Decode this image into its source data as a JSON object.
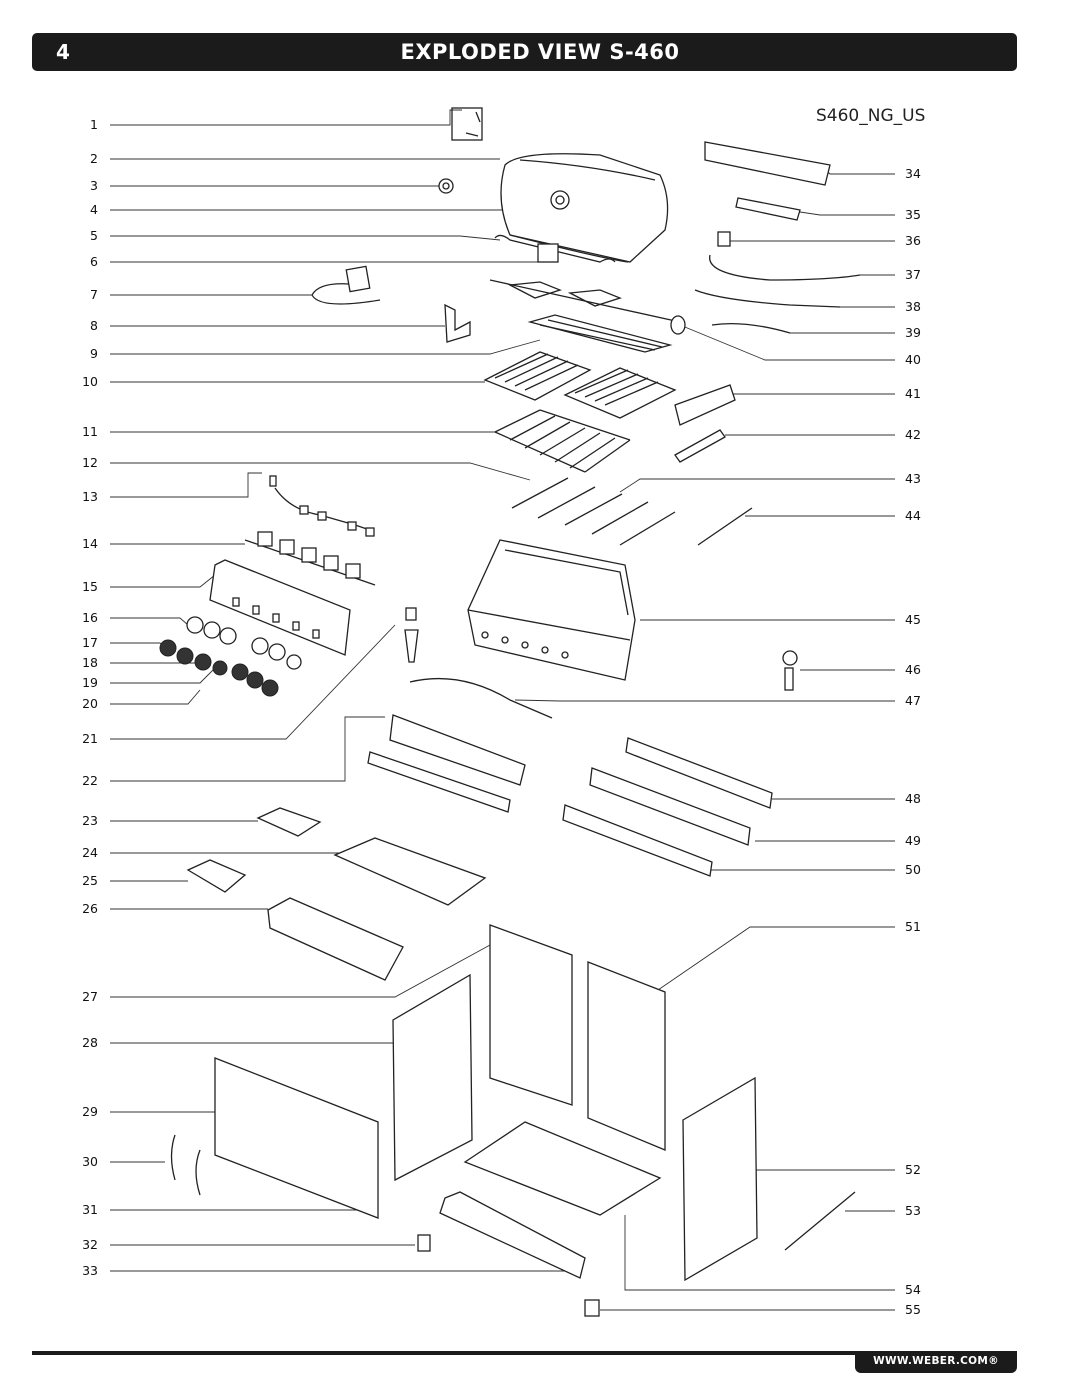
{
  "header": {
    "page_number": "4",
    "title": "EXPLODED VIEW S-460"
  },
  "model_code": "S460_NG_US",
  "callouts": {
    "left": [
      "1",
      "2",
      "3",
      "4",
      "5",
      "6",
      "7",
      "8",
      "9",
      "10",
      "11",
      "12",
      "13",
      "14",
      "15",
      "16",
      "17",
      "18",
      "19",
      "20",
      "21",
      "22",
      "23",
      "24",
      "25",
      "26",
      "27",
      "28",
      "29",
      "30",
      "31",
      "32",
      "33"
    ],
    "right": [
      "34",
      "35",
      "36",
      "37",
      "38",
      "39",
      "40",
      "41",
      "42",
      "43",
      "44",
      "45",
      "46",
      "47",
      "48",
      "49",
      "50",
      "51",
      "52",
      "53",
      "54",
      "55"
    ]
  },
  "footer": {
    "url": "WWW.WEBER.COM®"
  }
}
